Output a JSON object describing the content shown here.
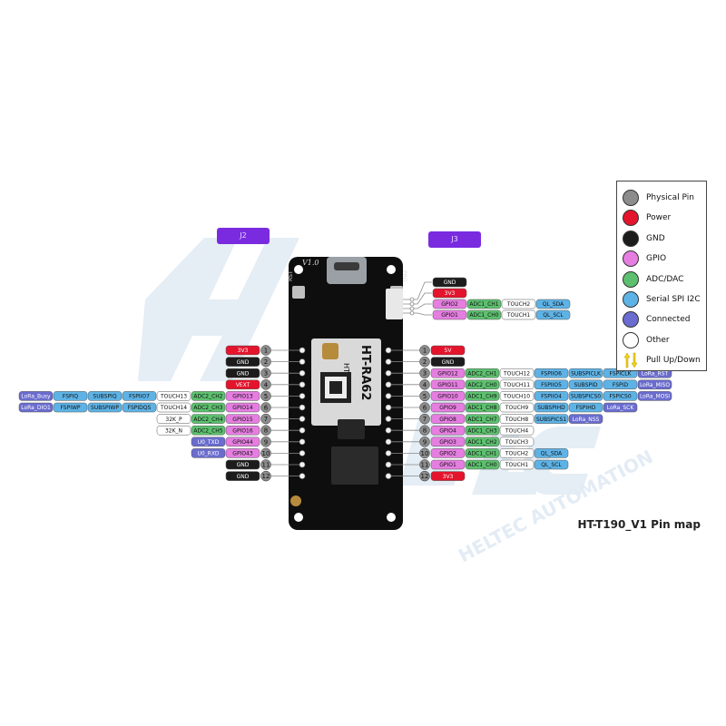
{
  "title": "HT-T190_V1 Pin map",
  "headers": {
    "left": "J2",
    "right": "J3"
  },
  "board": {
    "version": "V1.0",
    "module": "HT-RA62",
    "module_badge": "HT",
    "rst": "RST",
    "prg": "PRG"
  },
  "watermark": "HELTEC AUTOMATION",
  "colors": {
    "physical": "#8c8c8c",
    "power": "#e3142c",
    "gnd": "#1c1c1c",
    "gpio": "#e57ee0",
    "adc": "#5cc06e",
    "serial": "#5eb3e6",
    "connected": "#6a6ccf",
    "other": "#ffffff",
    "header": "#7a2be0"
  },
  "legend": [
    {
      "label": "Physical Pin",
      "type": "physical"
    },
    {
      "label": "Power",
      "type": "power"
    },
    {
      "label": "GND",
      "type": "gnd"
    },
    {
      "label": "GPIO",
      "type": "gpio"
    },
    {
      "label": "ADC/DAC",
      "type": "adc"
    },
    {
      "label": "Serial SPI I2C",
      "type": "serial"
    },
    {
      "label": "Connected",
      "type": "connected"
    },
    {
      "label": "Other",
      "type": "other"
    },
    {
      "label": "Pull Up/Down",
      "type": "arrow"
    }
  ],
  "top_connector": [
    [
      {
        "t": "GND",
        "c": "gnd"
      }
    ],
    [
      {
        "t": "3V3",
        "c": "power"
      }
    ],
    [
      {
        "t": "GPIO2",
        "c": "gpio"
      },
      {
        "t": "ADC1_CH1",
        "c": "adc"
      },
      {
        "t": "TOUCH2",
        "c": "other"
      },
      {
        "t": "QL_SDA",
        "c": "serial"
      }
    ],
    [
      {
        "t": "GPIO1",
        "c": "gpio"
      },
      {
        "t": "ADC1_CH0",
        "c": "adc"
      },
      {
        "t": "TOUCH1",
        "c": "other"
      },
      {
        "t": "QL_SCL",
        "c": "serial"
      }
    ]
  ],
  "left_pins": [
    {
      "num": "1",
      "labels": [
        {
          "t": "3V3",
          "c": "power"
        }
      ]
    },
    {
      "num": "2",
      "labels": [
        {
          "t": "GND",
          "c": "gnd"
        }
      ]
    },
    {
      "num": "3",
      "labels": [
        {
          "t": "GND",
          "c": "gnd"
        }
      ]
    },
    {
      "num": "4",
      "labels": [
        {
          "t": "VEXT",
          "c": "power"
        }
      ]
    },
    {
      "num": "5",
      "labels": [
        {
          "t": "GPIO13",
          "c": "gpio"
        },
        {
          "t": "ADC2_CH2",
          "c": "adc"
        },
        {
          "t": "TOUCH13",
          "c": "other"
        },
        {
          "t": "FSPIIO7",
          "c": "serial"
        },
        {
          "t": "SUBSPIQ",
          "c": "serial"
        },
        {
          "t": "FSPIQ",
          "c": "serial"
        },
        {
          "t": "LoRa_Busy",
          "c": "connected"
        }
      ]
    },
    {
      "num": "6",
      "labels": [
        {
          "t": "GPIO14",
          "c": "gpio"
        },
        {
          "t": "ADC2_CH3",
          "c": "adc"
        },
        {
          "t": "TOUCH14",
          "c": "other"
        },
        {
          "t": "FSPIDQS",
          "c": "serial"
        },
        {
          "t": "SUBSPIWP",
          "c": "serial"
        },
        {
          "t": "FSPIWP",
          "c": "serial"
        },
        {
          "t": "LoRa_DIO1",
          "c": "connected"
        }
      ]
    },
    {
      "num": "7",
      "labels": [
        {
          "t": "GPIO15",
          "c": "gpio"
        },
        {
          "t": "ADC2_CH4",
          "c": "adc"
        },
        {
          "t": "32K_P",
          "c": "other"
        }
      ]
    },
    {
      "num": "8",
      "labels": [
        {
          "t": "GPIO16",
          "c": "gpio"
        },
        {
          "t": "ADC2_CH5",
          "c": "adc"
        },
        {
          "t": "32K_N",
          "c": "other"
        }
      ]
    },
    {
      "num": "9",
      "labels": [
        {
          "t": "GPIO44",
          "c": "gpio"
        },
        {
          "t": "U0_TXD",
          "c": "connected"
        }
      ]
    },
    {
      "num": "10",
      "labels": [
        {
          "t": "GPIO43",
          "c": "gpio"
        },
        {
          "t": "U0_RXD",
          "c": "connected"
        }
      ]
    },
    {
      "num": "11",
      "labels": [
        {
          "t": "GND",
          "c": "gnd"
        }
      ]
    },
    {
      "num": "12",
      "labels": [
        {
          "t": "GND",
          "c": "gnd"
        }
      ]
    }
  ],
  "right_pins": [
    {
      "num": "1",
      "labels": [
        {
          "t": "5V",
          "c": "power"
        }
      ]
    },
    {
      "num": "2",
      "labels": [
        {
          "t": "GND",
          "c": "gnd"
        }
      ]
    },
    {
      "num": "3",
      "labels": [
        {
          "t": "GPIO12",
          "c": "gpio"
        },
        {
          "t": "ADC2_CH1",
          "c": "adc"
        },
        {
          "t": "TOUCH12",
          "c": "other"
        },
        {
          "t": "FSPIIO6",
          "c": "serial"
        },
        {
          "t": "SUBSPICLK",
          "c": "serial"
        },
        {
          "t": "FSPICLK",
          "c": "serial"
        },
        {
          "t": "LoRa_RST",
          "c": "connected"
        }
      ]
    },
    {
      "num": "4",
      "labels": [
        {
          "t": "GPIO11",
          "c": "gpio"
        },
        {
          "t": "ADC2_CH0",
          "c": "adc"
        },
        {
          "t": "TOUCH11",
          "c": "other"
        },
        {
          "t": "FSPIIO5",
          "c": "serial"
        },
        {
          "t": "SUBSPID",
          "c": "serial"
        },
        {
          "t": "FSPID",
          "c": "serial"
        },
        {
          "t": "LoRa_MISO",
          "c": "connected"
        }
      ]
    },
    {
      "num": "5",
      "labels": [
        {
          "t": "GPIO10",
          "c": "gpio"
        },
        {
          "t": "ADC1_CH9",
          "c": "adc"
        },
        {
          "t": "TOUCH10",
          "c": "other"
        },
        {
          "t": "FSPIIO4",
          "c": "serial"
        },
        {
          "t": "SUBSPICS0",
          "c": "serial"
        },
        {
          "t": "FSPICS0",
          "c": "serial"
        },
        {
          "t": "LoRa_MOSI",
          "c": "connected"
        }
      ]
    },
    {
      "num": "6",
      "labels": [
        {
          "t": "GPIO9",
          "c": "gpio"
        },
        {
          "t": "ADC1_CH8",
          "c": "adc"
        },
        {
          "t": "TOUCH9",
          "c": "other"
        },
        {
          "t": "SUBSPIHD",
          "c": "serial"
        },
        {
          "t": "FSPIHD",
          "c": "serial"
        },
        {
          "t": "LoRa_SCK",
          "c": "connected"
        }
      ]
    },
    {
      "num": "7",
      "labels": [
        {
          "t": "GPIO8",
          "c": "gpio"
        },
        {
          "t": "ADC1_CH7",
          "c": "adc"
        },
        {
          "t": "TOUCH8",
          "c": "other"
        },
        {
          "t": "SUBSPICS1",
          "c": "serial"
        },
        {
          "t": "LoRa_NSS",
          "c": "connected"
        }
      ]
    },
    {
      "num": "8",
      "labels": [
        {
          "t": "GPIO4",
          "c": "gpio"
        },
        {
          "t": "ADC1_CH3",
          "c": "adc"
        },
        {
          "t": "TOUCH4",
          "c": "other"
        }
      ]
    },
    {
      "num": "9",
      "labels": [
        {
          "t": "GPIO3",
          "c": "gpio"
        },
        {
          "t": "ADC1_CH2",
          "c": "adc"
        },
        {
          "t": "TOUCH3",
          "c": "other"
        }
      ]
    },
    {
      "num": "10",
      "labels": [
        {
          "t": "GPIO2",
          "c": "gpio"
        },
        {
          "t": "ADC1_CH1",
          "c": "adc"
        },
        {
          "t": "TOUCH2",
          "c": "other"
        },
        {
          "t": "QL_SDA",
          "c": "serial"
        }
      ]
    },
    {
      "num": "11",
      "labels": [
        {
          "t": "GPIO1",
          "c": "gpio"
        },
        {
          "t": "ADC1_CH0",
          "c": "adc"
        },
        {
          "t": "TOUCH1",
          "c": "other"
        },
        {
          "t": "QL_SCL",
          "c": "serial"
        }
      ]
    },
    {
      "num": "12",
      "labels": [
        {
          "t": "3V3",
          "c": "power"
        }
      ]
    }
  ]
}
